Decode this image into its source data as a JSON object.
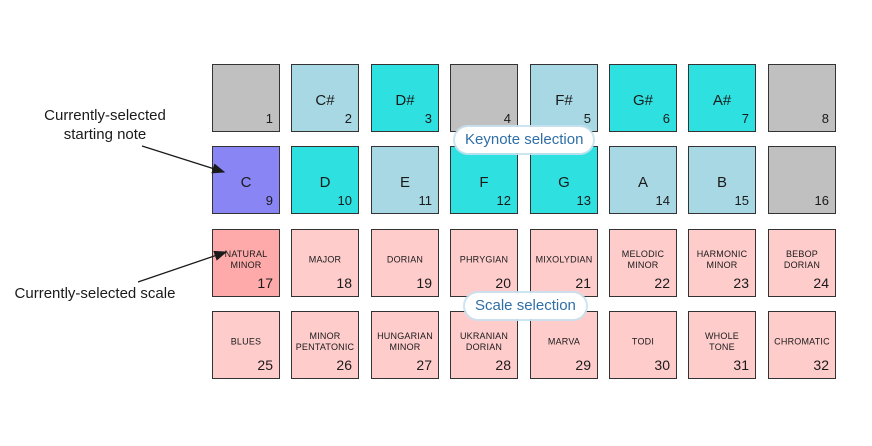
{
  "colors": {
    "gray": "#c0c0c0",
    "light_blue": "#a8d8e4",
    "cyan": "#2ee0e0",
    "selected_note": "#8a85f5",
    "light_pink": "#ffcccc",
    "selected_scale": "#ffaaaa"
  },
  "rows": [
    [
      {
        "label": "",
        "num": "1",
        "color": "gray"
      },
      {
        "label": "C#",
        "num": "2",
        "color": "light_blue"
      },
      {
        "label": "D#",
        "num": "3",
        "color": "cyan"
      },
      {
        "label": "",
        "num": "4",
        "color": "gray"
      },
      {
        "label": "F#",
        "num": "5",
        "color": "light_blue"
      },
      {
        "label": "G#",
        "num": "6",
        "color": "cyan"
      },
      {
        "label": "A#",
        "num": "7",
        "color": "cyan"
      },
      {
        "label": "",
        "num": "8",
        "color": "gray"
      }
    ],
    [
      {
        "label": "C",
        "num": "9",
        "color": "selected_note"
      },
      {
        "label": "D",
        "num": "10",
        "color": "cyan"
      },
      {
        "label": "E",
        "num": "11",
        "color": "light_blue"
      },
      {
        "label": "F",
        "num": "12",
        "color": "cyan"
      },
      {
        "label": "G",
        "num": "13",
        "color": "cyan"
      },
      {
        "label": "A",
        "num": "14",
        "color": "light_blue"
      },
      {
        "label": "B",
        "num": "15",
        "color": "light_blue"
      },
      {
        "label": "",
        "num": "16",
        "color": "gray"
      }
    ],
    [
      {
        "label": "NATURAL MINOR",
        "num": "17",
        "color": "selected_scale"
      },
      {
        "label": "MAJOR",
        "num": "18",
        "color": "light_pink"
      },
      {
        "label": "DORIAN",
        "num": "19",
        "color": "light_pink"
      },
      {
        "label": "PHRYGIAN",
        "num": "20",
        "color": "light_pink"
      },
      {
        "label": "MIXOLYDIAN",
        "num": "21",
        "color": "light_pink"
      },
      {
        "label": "MELODIC MINOR",
        "num": "22",
        "color": "light_pink"
      },
      {
        "label": "HARMONIC MINOR",
        "num": "23",
        "color": "light_pink"
      },
      {
        "label": "BEBOP DORIAN",
        "num": "24",
        "color": "light_pink"
      }
    ],
    [
      {
        "label": "BLUES",
        "num": "25",
        "color": "light_pink"
      },
      {
        "label": "MINOR PENTATONIC",
        "num": "26",
        "color": "light_pink"
      },
      {
        "label": "HUNGARIAN MINOR",
        "num": "27",
        "color": "light_pink"
      },
      {
        "label": "UKRANIAN DORIAN",
        "num": "28",
        "color": "light_pink"
      },
      {
        "label": "MARVA",
        "num": "29",
        "color": "light_pink"
      },
      {
        "label": "TODI",
        "num": "30",
        "color": "light_pink"
      },
      {
        "label": "WHOLE TONE",
        "num": "31",
        "color": "light_pink"
      },
      {
        "label": "CHROMATIC",
        "num": "32",
        "color": "light_pink"
      }
    ]
  ],
  "labels": {
    "keynote_selection": "Keynote selection",
    "scale_selection": "Scale selection",
    "starting_note_annotation": "Currently-selected starting note",
    "scale_annotation": "Currently-selected scale"
  }
}
